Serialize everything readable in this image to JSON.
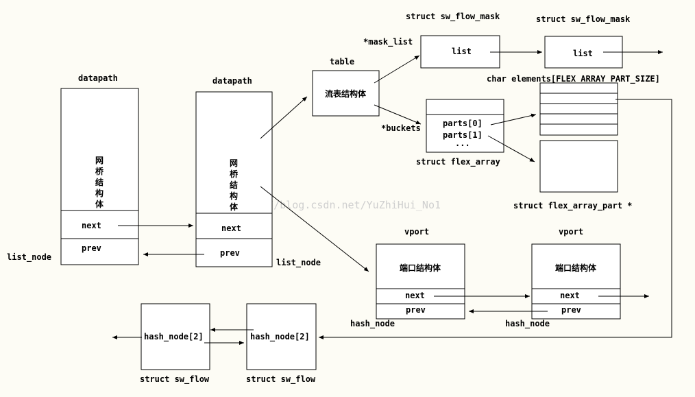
{
  "datapath_left": {
    "title": "datapath",
    "body_chars": [
      "网",
      "桥",
      "结",
      "构",
      "体"
    ],
    "next": "next",
    "prev": "prev",
    "list_node": "list_node"
  },
  "datapath_right": {
    "title": "datapath",
    "body_chars": [
      "网",
      "桥",
      "结",
      "构",
      "体"
    ],
    "next": "next",
    "prev": "prev",
    "list_node": "list_node"
  },
  "table": {
    "title": "table",
    "body": "流表结构体",
    "mask_list": "*mask_list",
    "buckets": "*buckets"
  },
  "sw_flow_mask_1": {
    "title": "struct sw_flow_mask",
    "field": "list"
  },
  "sw_flow_mask_2": {
    "title": "struct sw_flow_mask",
    "field": "list"
  },
  "flex_array": {
    "parts0": "parts[0]",
    "parts1": "parts[1]",
    "ellipsis": "...",
    "caption": "struct flex_array"
  },
  "flex_elements": {
    "title": "char elements[FLEX_ARRAY_PART_SIZE]"
  },
  "flex_array_part": {
    "caption": "struct flex_array_part *"
  },
  "vport_1": {
    "title": "vport",
    "body": "端口结构体",
    "next": "next",
    "prev": "prev",
    "hash_node": "hash_node"
  },
  "vport_2": {
    "title": "vport",
    "body": "端口结构体",
    "next": "next",
    "prev": "prev",
    "hash_node": "hash_node"
  },
  "sw_flow_1": {
    "field": "hash_node[2]",
    "caption": "struct sw_flow"
  },
  "sw_flow_2": {
    "field": "hash_node[2]",
    "caption": "struct sw_flow"
  },
  "watermark": "http://blog.csdn.net/YuZhiHui_No1"
}
